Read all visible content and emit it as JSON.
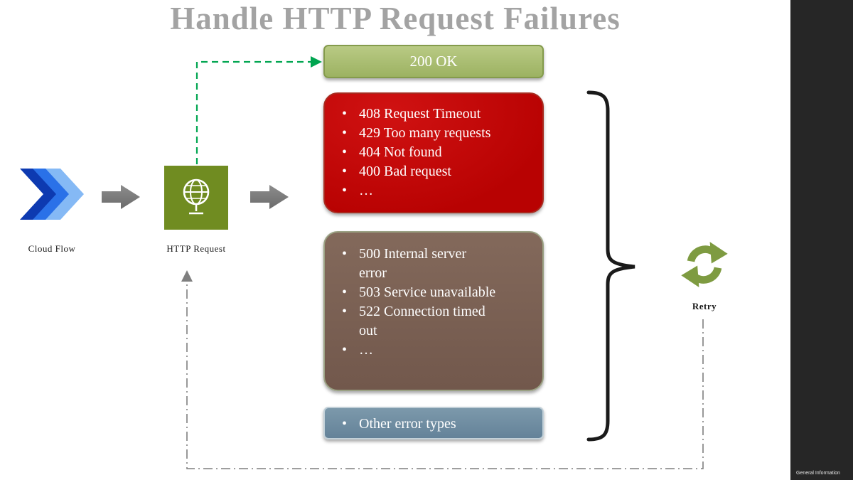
{
  "title": "Handle HTTP Request Failures",
  "flow": {
    "cloud_flow_label": "Cloud Flow",
    "http_request_label": "HTTP Request",
    "retry_label": "Retry"
  },
  "boxes": {
    "ok": {
      "label": "200 OK",
      "fill": "#a5b86a"
    },
    "client_errors": {
      "fill": "#c00000",
      "items": [
        "408 Request Timeout",
        "429 Too many requests",
        "404 Not found",
        "400 Bad request",
        "…"
      ]
    },
    "server_errors": {
      "fill": "#7b6356",
      "items": [
        "500 Internal server error",
        "503 Service unavailable",
        "522 Connection timed out",
        "…"
      ]
    },
    "other": {
      "fill": "#6d8ba0",
      "items": [
        "Other error types"
      ]
    }
  },
  "sidebar": {
    "footer_label": "General Information"
  },
  "colors": {
    "success_green": "#00a550",
    "error_red": "#c00000",
    "server_brown": "#7b6356",
    "other_blue": "#6d8ba0",
    "ok_green": "#a5b86a",
    "http_icon_green": "#708c21",
    "retry_green": "#7e9b41",
    "arrow_gray": "#7a7a7a",
    "connector_gray": "#7f7f7f"
  }
}
